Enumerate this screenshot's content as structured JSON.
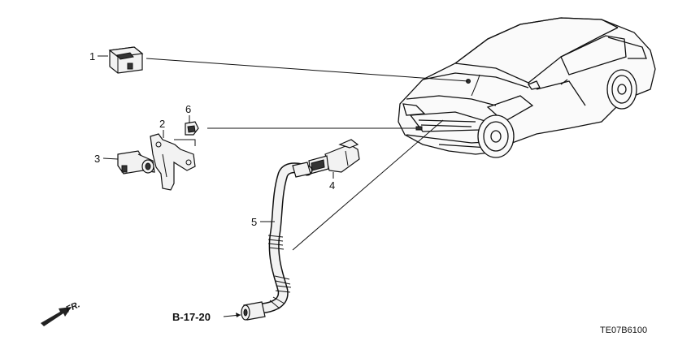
{
  "callouts": [
    {
      "id": "1",
      "label": "1"
    },
    {
      "id": "2",
      "label": "2"
    },
    {
      "id": "3",
      "label": "3"
    },
    {
      "id": "4",
      "label": "4"
    },
    {
      "id": "5",
      "label": "5"
    },
    {
      "id": "6",
      "label": "6"
    }
  ],
  "reference_label": "B-17-20",
  "front_label": "FR.",
  "diagram_code": "TE07B6100"
}
